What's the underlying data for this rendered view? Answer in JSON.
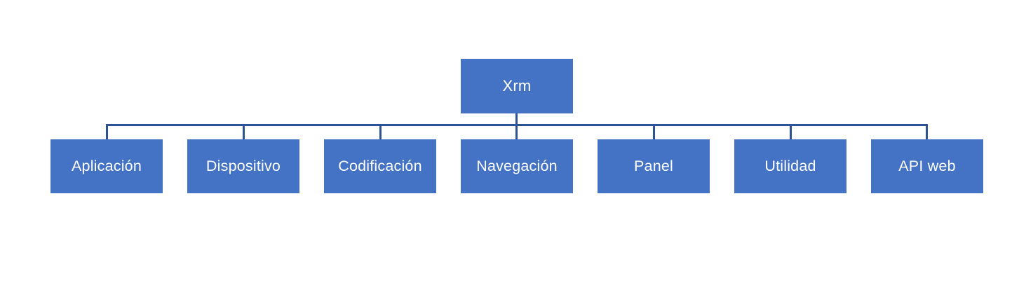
{
  "diagram": {
    "type": "org-chart",
    "root": {
      "label": "Xrm"
    },
    "children": [
      {
        "label": "Aplicación"
      },
      {
        "label": "Dispositivo"
      },
      {
        "label": "Codificación"
      },
      {
        "label": "Navegación"
      },
      {
        "label": "Panel"
      },
      {
        "label": "Utilidad"
      },
      {
        "label": "API web"
      }
    ]
  },
  "colors": {
    "node_fill": "#4472C4",
    "node_text": "#FFFFFF",
    "connector": "#2E5395",
    "background": "#FFFFFF"
  }
}
